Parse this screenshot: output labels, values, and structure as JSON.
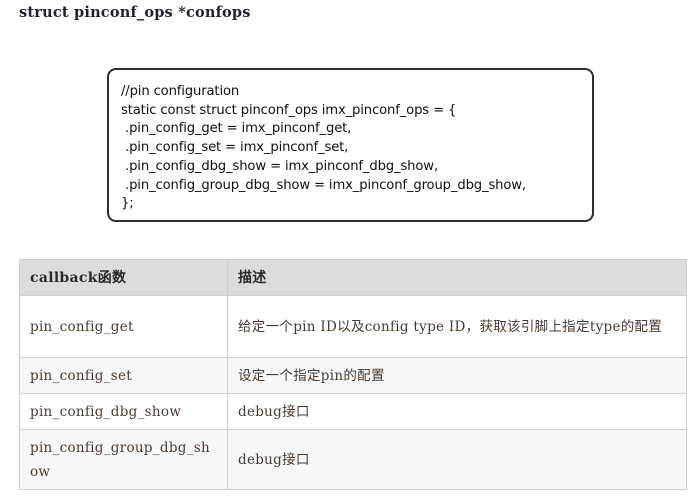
{
  "heading": "struct pinconf_ops *confops",
  "code_block": {
    "lines": [
      "//pin configuration",
      "static const struct pinconf_ops imx_pinconf_ops = {",
      " .pin_config_get = imx_pinconf_get,",
      " .pin_config_set = imx_pinconf_set,",
      " .pin_config_dbg_show = imx_pinconf_dbg_show,",
      " .pin_config_group_dbg_show = imx_pinconf_group_dbg_show,",
      "};"
    ]
  },
  "table": {
    "headers": [
      "callback函数",
      "描述"
    ],
    "rows": [
      {
        "callback": "pin_config_get",
        "description": "给定一个pin ID以及config type ID，获取该引脚上指定type的配置"
      },
      {
        "callback": "pin_config_set",
        "description": "设定一个指定pin的配置"
      },
      {
        "callback": "pin_config_dbg_show",
        "description": "debug接口"
      },
      {
        "callback": "pin_config_group_dbg_show",
        "description": "debug接口"
      }
    ]
  },
  "colors": {
    "header_bg": "#dddcdb",
    "row_alt_bg": "#f7f7f7",
    "border": "#cfcfcf",
    "code_border": "#2e2e2e"
  }
}
